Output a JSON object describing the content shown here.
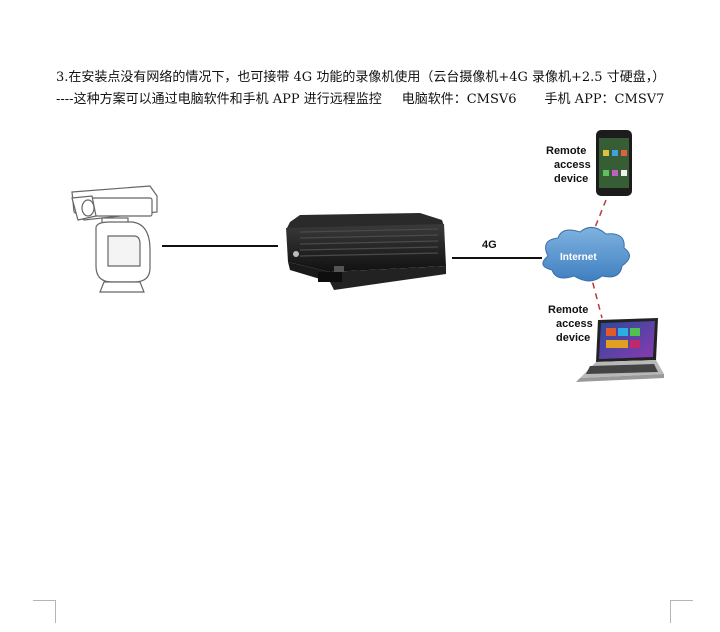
{
  "header": {
    "line1": "3.在安装点没有网络的情况下，也可接带 4G 功能的录像机使用（云台摄像机+4G 录像机+2.5 寸硬盘，）",
    "line2_a": "----这种方案可以通过电脑软件和手机 APP 进行远程监控",
    "line2_b": "电脑软件：CMSV6",
    "line2_c": "手机 APP：CMSV7"
  },
  "diagram": {
    "link_label": "4G",
    "cloud_label": "Internet",
    "phone_label": [
      "Remote",
      "access",
      "device"
    ],
    "laptop_label": [
      "Remote",
      "access",
      "device"
    ]
  }
}
